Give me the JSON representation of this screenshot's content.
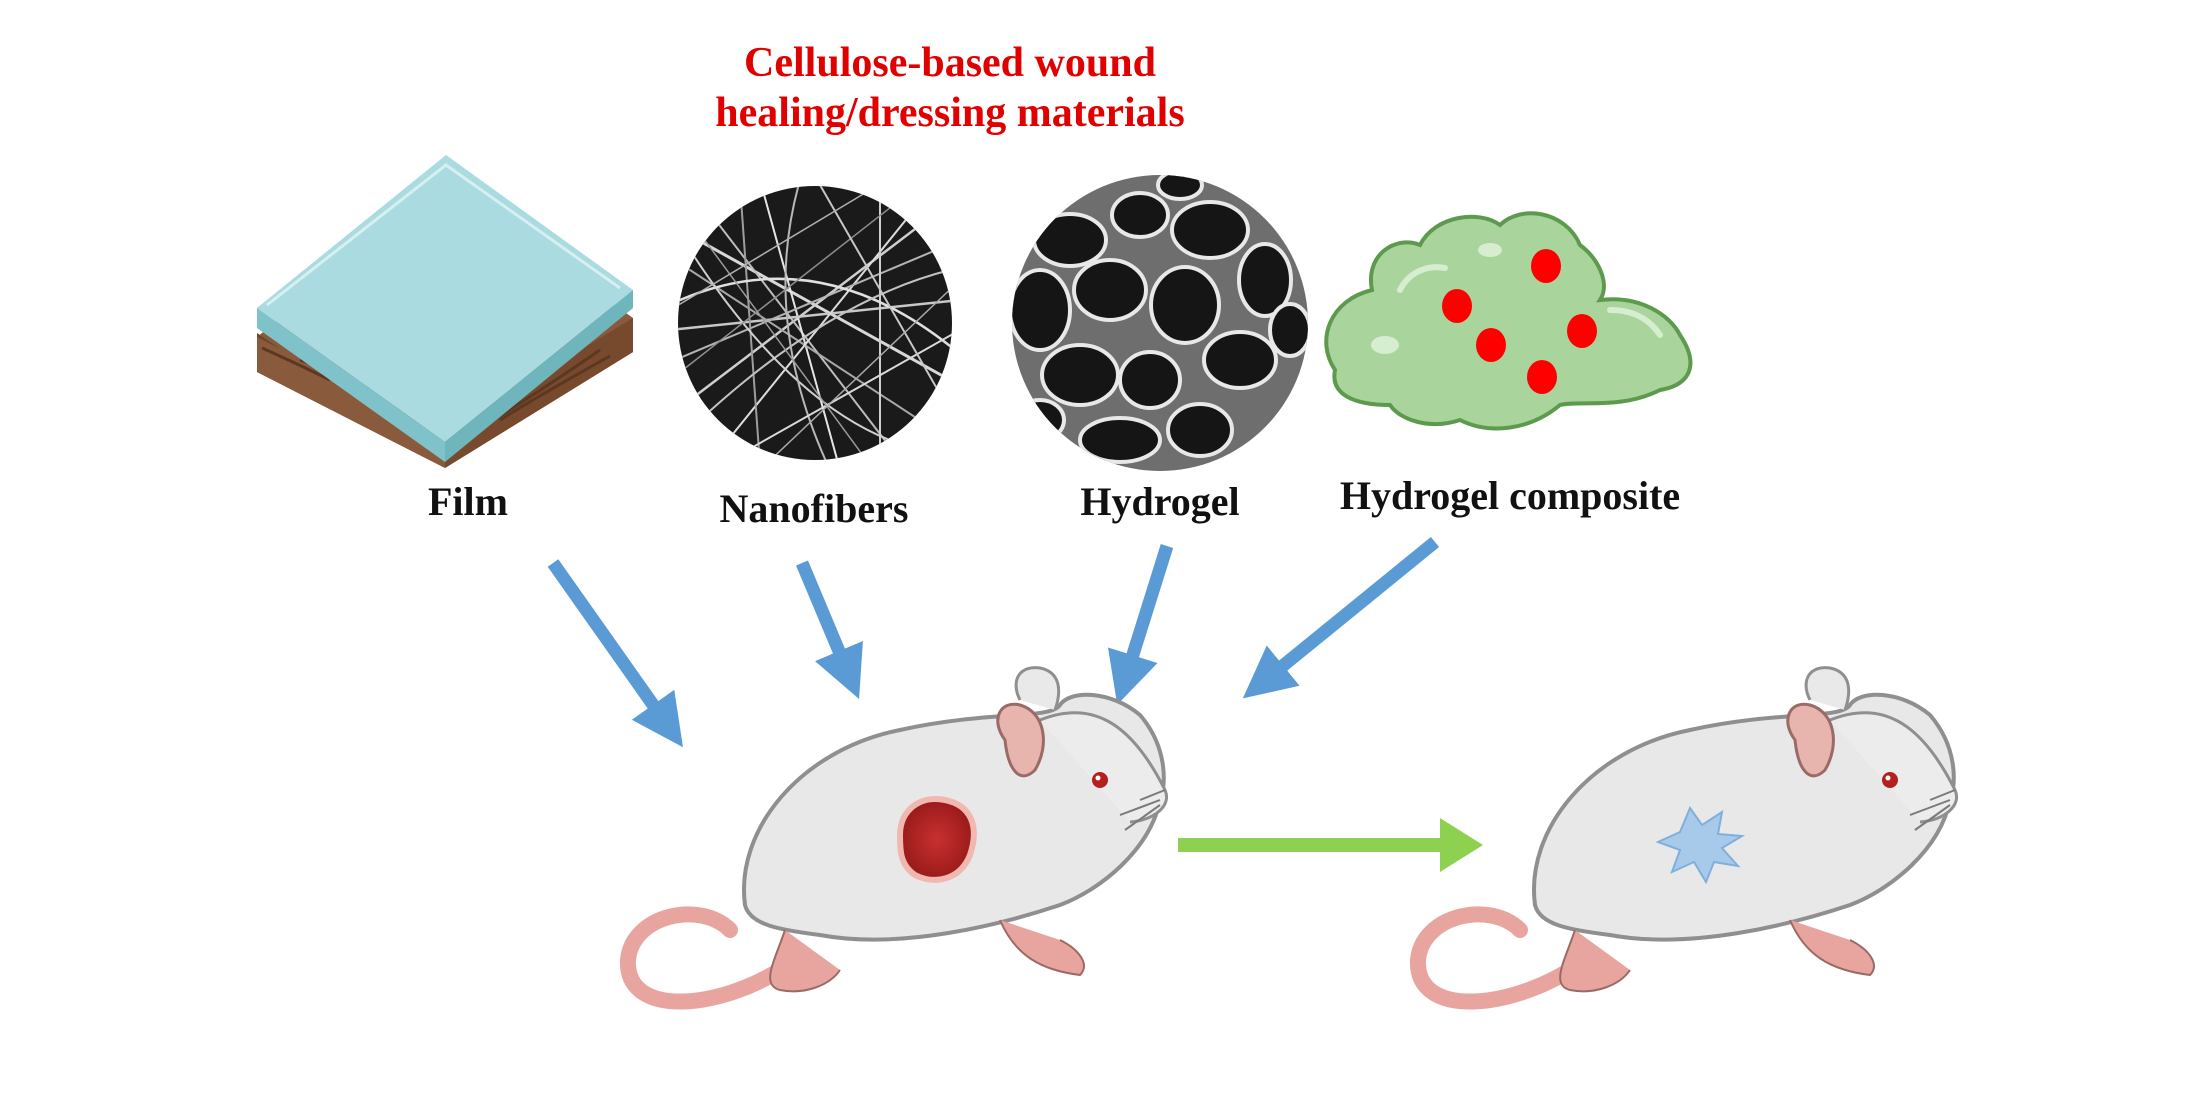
{
  "diagram": {
    "title_line1": "Cellulose-based wound",
    "title_line2": "healing/dressing materials",
    "materials": [
      {
        "label": "Film",
        "icon": "film-layers-icon"
      },
      {
        "label": "Nanofibers",
        "icon": "nanofiber-mesh-icon"
      },
      {
        "label": "Hydrogel",
        "icon": "porous-hydrogel-icon"
      },
      {
        "label": "Hydrogel composite",
        "icon": "hydrogel-composite-blob-icon"
      }
    ],
    "subjects": [
      {
        "icon": "wounded-mouse-icon"
      },
      {
        "icon": "healed-mouse-icon"
      }
    ]
  },
  "colors": {
    "title": "#e00000",
    "arrow_blue": "#5b9bd5",
    "arrow_green": "#8ed050",
    "wound": "#b52020",
    "healed_mark": "#a7c9ea",
    "hydrogel_green": "#a9d49c",
    "composite_dots": "#ff0000",
    "film_top": "#a9dbe0",
    "film_base": "#8a5a3c"
  }
}
